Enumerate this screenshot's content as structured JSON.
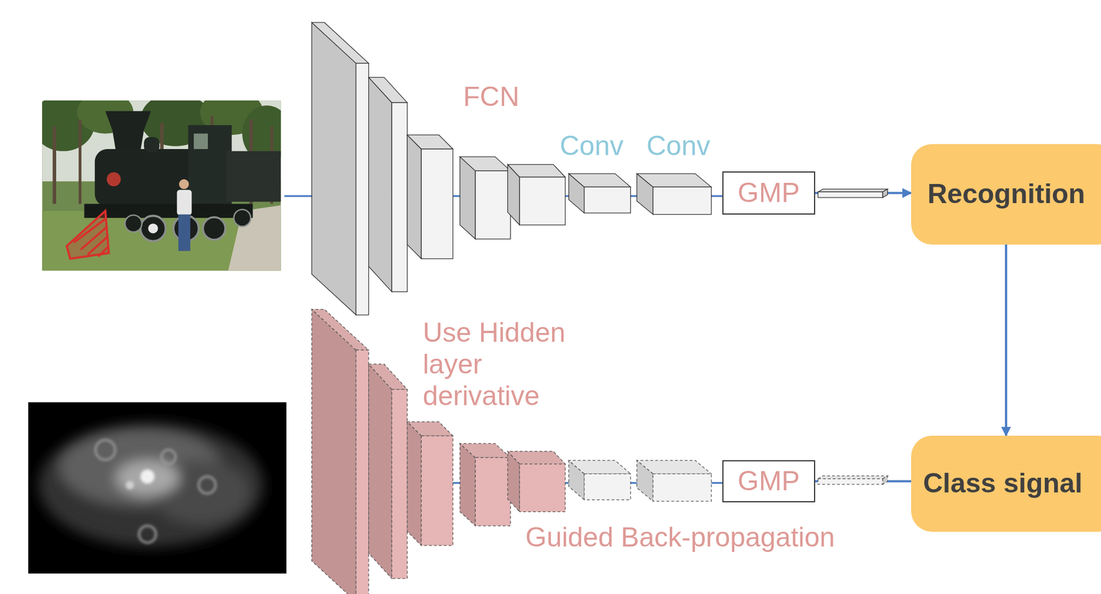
{
  "diagram": {
    "nodes": [
      {
        "text": [
          "GMP"
        ]
      },
      {
        "text": [
          "Recognition"
        ]
      },
      {
        "text": [
          "GMP"
        ]
      },
      {
        "text": [
          "Class signal"
        ]
      }
    ],
    "edges": [
      {
        "from": 0,
        "to": 1,
        "arrow": "to"
      },
      {
        "from": 1,
        "to": 3,
        "arrow": "to"
      },
      {
        "from": 3,
        "to": 2,
        "arrow": "none"
      }
    ],
    "labels": [
      "FCN",
      "Conv",
      "Conv",
      "Use Hidden layer derivative",
      "Guided Back-propagation"
    ]
  }
}
